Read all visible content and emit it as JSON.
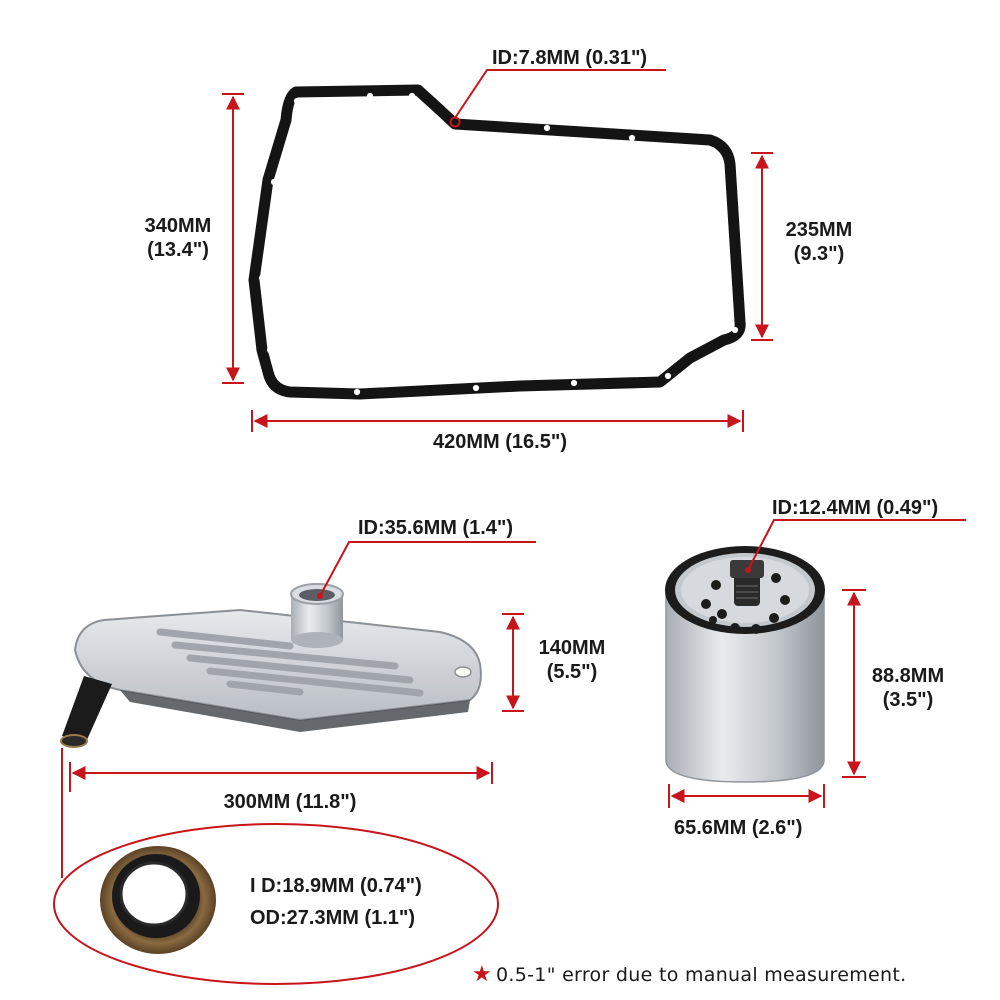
{
  "gasket": {
    "id_label": "ID:7.8MM",
    "id_inch": "(0.31\")",
    "height_mm": "340MM",
    "height_in": "(13.4\")",
    "short_side_mm": "235MM",
    "short_side_in": "(9.3\")",
    "width_label": "420MM (16.5\")"
  },
  "pan_filter": {
    "id_label": "ID:35.6MM (1.4\")",
    "height_mm": "140MM",
    "height_in": "(5.5\")",
    "length_label": "300MM (11.8\")"
  },
  "spin_filter": {
    "id_label": "ID:12.4MM",
    "id_inch": "(0.49\")",
    "height_mm": "88.8MM",
    "height_in": "(3.5\")",
    "width_mm": "65.6MM",
    "width_in": "(2.6\")"
  },
  "seal": {
    "id_label": "I D:18.9MM",
    "id_inch": "(0.74\")",
    "od_label": "OD:27.3MM (1.1\")"
  },
  "note": "0.5-1\" error due to manual measurement.",
  "colors": {
    "accent": "#c8141b",
    "gasket": "#141414",
    "metal": "#c9cdd2"
  },
  "icons": [
    "star-icon"
  ]
}
